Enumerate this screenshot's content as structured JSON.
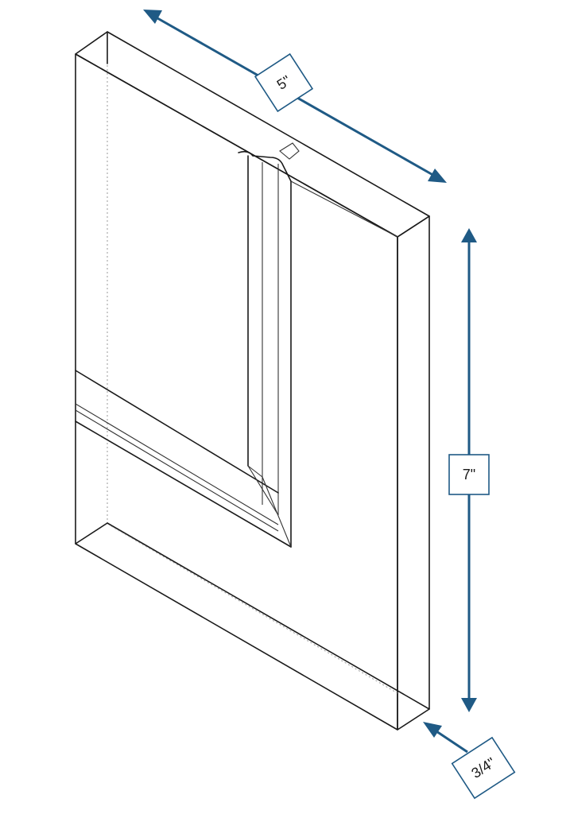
{
  "dimensions": {
    "width_label": "5\"",
    "height_label": "7\"",
    "thickness_label": "3/4\""
  },
  "colors": {
    "dimension_accent": "#1f5a85",
    "outline": "#1a1a1a",
    "background": "#ffffff"
  }
}
